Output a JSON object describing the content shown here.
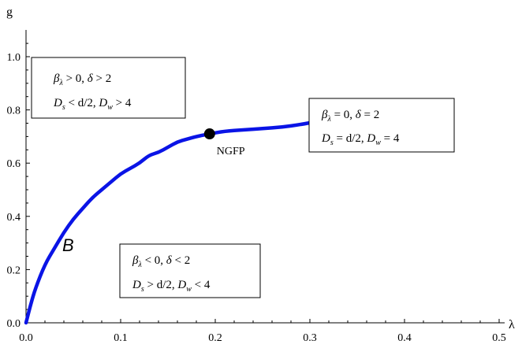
{
  "chart_data": {
    "type": "line",
    "xlabel": "λ",
    "ylabel": "g",
    "xlim": [
      0.0,
      0.5
    ],
    "ylim": [
      0.0,
      1.1
    ],
    "x_ticks": [
      "0.0",
      "0.1",
      "0.2",
      "0.3",
      "0.4",
      "0.5"
    ],
    "y_ticks": [
      "0.0",
      "0.2",
      "0.4",
      "0.6",
      "0.8",
      "1.0"
    ],
    "grid": false,
    "series": [
      {
        "name": "B",
        "color": "#0a14e6",
        "points": [
          [
            0.0,
            0.0
          ],
          [
            0.005,
            0.07
          ],
          [
            0.01,
            0.13
          ],
          [
            0.02,
            0.22
          ],
          [
            0.03,
            0.28
          ],
          [
            0.04,
            0.34
          ],
          [
            0.05,
            0.39
          ],
          [
            0.06,
            0.43
          ],
          [
            0.07,
            0.47
          ],
          [
            0.08,
            0.5
          ],
          [
            0.09,
            0.53
          ],
          [
            0.1,
            0.56
          ],
          [
            0.11,
            0.58
          ],
          [
            0.12,
            0.6
          ],
          [
            0.13,
            0.63
          ],
          [
            0.14,
            0.64
          ],
          [
            0.15,
            0.66
          ],
          [
            0.16,
            0.68
          ],
          [
            0.17,
            0.69
          ],
          [
            0.18,
            0.7
          ],
          [
            0.194,
            0.71
          ],
          [
            0.21,
            0.72
          ],
          [
            0.23,
            0.725
          ],
          [
            0.25,
            0.73
          ],
          [
            0.27,
            0.735
          ],
          [
            0.29,
            0.745
          ],
          [
            0.305,
            0.755
          ]
        ]
      }
    ],
    "fixed_point": {
      "label": "NGFP",
      "x": 0.194,
      "y": 0.71
    },
    "curve_label": "B",
    "annotations": [
      {
        "id": "upper-left",
        "line1": {
          "beta": "β",
          "sub": "λ",
          "rest": " > 0, ",
          "delta": "δ",
          "rest2": " > 2"
        },
        "line2": {
          "d": "D",
          "sub1": "s",
          "mid": " < d/2, ",
          "d2": "D",
          "sub2": "w",
          "rest": " > 4"
        }
      },
      {
        "id": "right",
        "line1": {
          "beta": "β",
          "sub": "λ",
          "rest": " = 0, ",
          "delta": "δ",
          "rest2": " = 2"
        },
        "line2": {
          "d": "D",
          "sub1": "s",
          "mid": " = d/2, ",
          "d2": "D",
          "sub2": "w",
          "rest": " = 4"
        }
      },
      {
        "id": "lower",
        "line1": {
          "beta": "β",
          "sub": "λ",
          "rest": " < 0, ",
          "delta": "δ",
          "rest2": " < 2"
        },
        "line2": {
          "d": "D",
          "sub1": "s",
          "mid": " > d/2, ",
          "d2": "D",
          "sub2": "w",
          "rest": " < 4"
        }
      }
    ]
  }
}
